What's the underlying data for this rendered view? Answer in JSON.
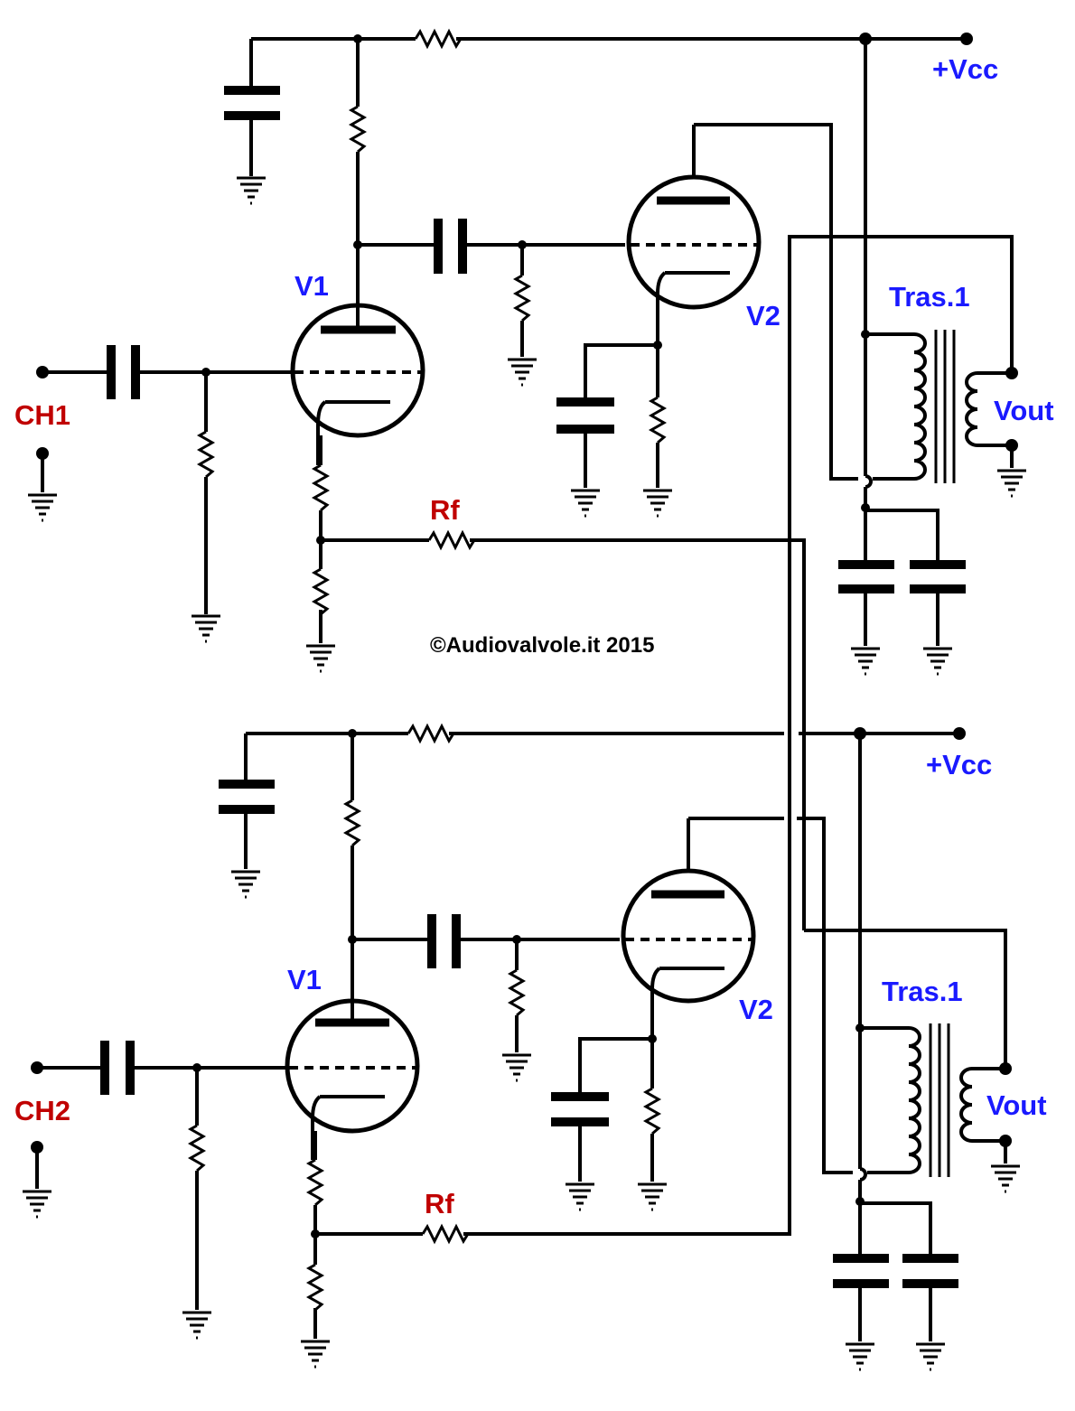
{
  "colors": {
    "wire": "#000000",
    "blue_label": "#1a1aff",
    "red_label": "#c00000",
    "background": "#ffffff"
  },
  "credit": "©Audiovalvole.it 2015",
  "channel_1": {
    "input": "CH1",
    "tube_1": "V1",
    "tube_2": "V2",
    "feedback_resistor": "Rf",
    "transformer": "Tras.1",
    "output": "Vout",
    "supply": "+Vcc"
  },
  "channel_2": {
    "input": "CH2",
    "tube_1": "V1",
    "tube_2": "V2",
    "feedback_resistor": "Rf",
    "transformer": "Tras.1",
    "output": "Vout",
    "supply": "+Vcc"
  }
}
